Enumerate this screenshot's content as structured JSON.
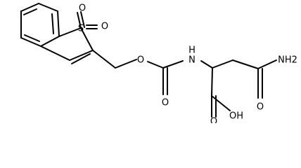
{
  "molecule": {
    "atom_labels": {
      "sulfur": "S",
      "sulfonyl_oxygen_top": "O",
      "sulfonyl_oxygen_right": "O",
      "ester_oxygen": "O",
      "amide_nitrogen": "N",
      "amide_hydrogen": "H",
      "carbonyl_oxygen_carbamate": "O",
      "carbonyl_oxygen_amide": "O",
      "amine": "NH2",
      "hydroxyl": "OH",
      "carboxyl_oxygen": "O"
    }
  }
}
